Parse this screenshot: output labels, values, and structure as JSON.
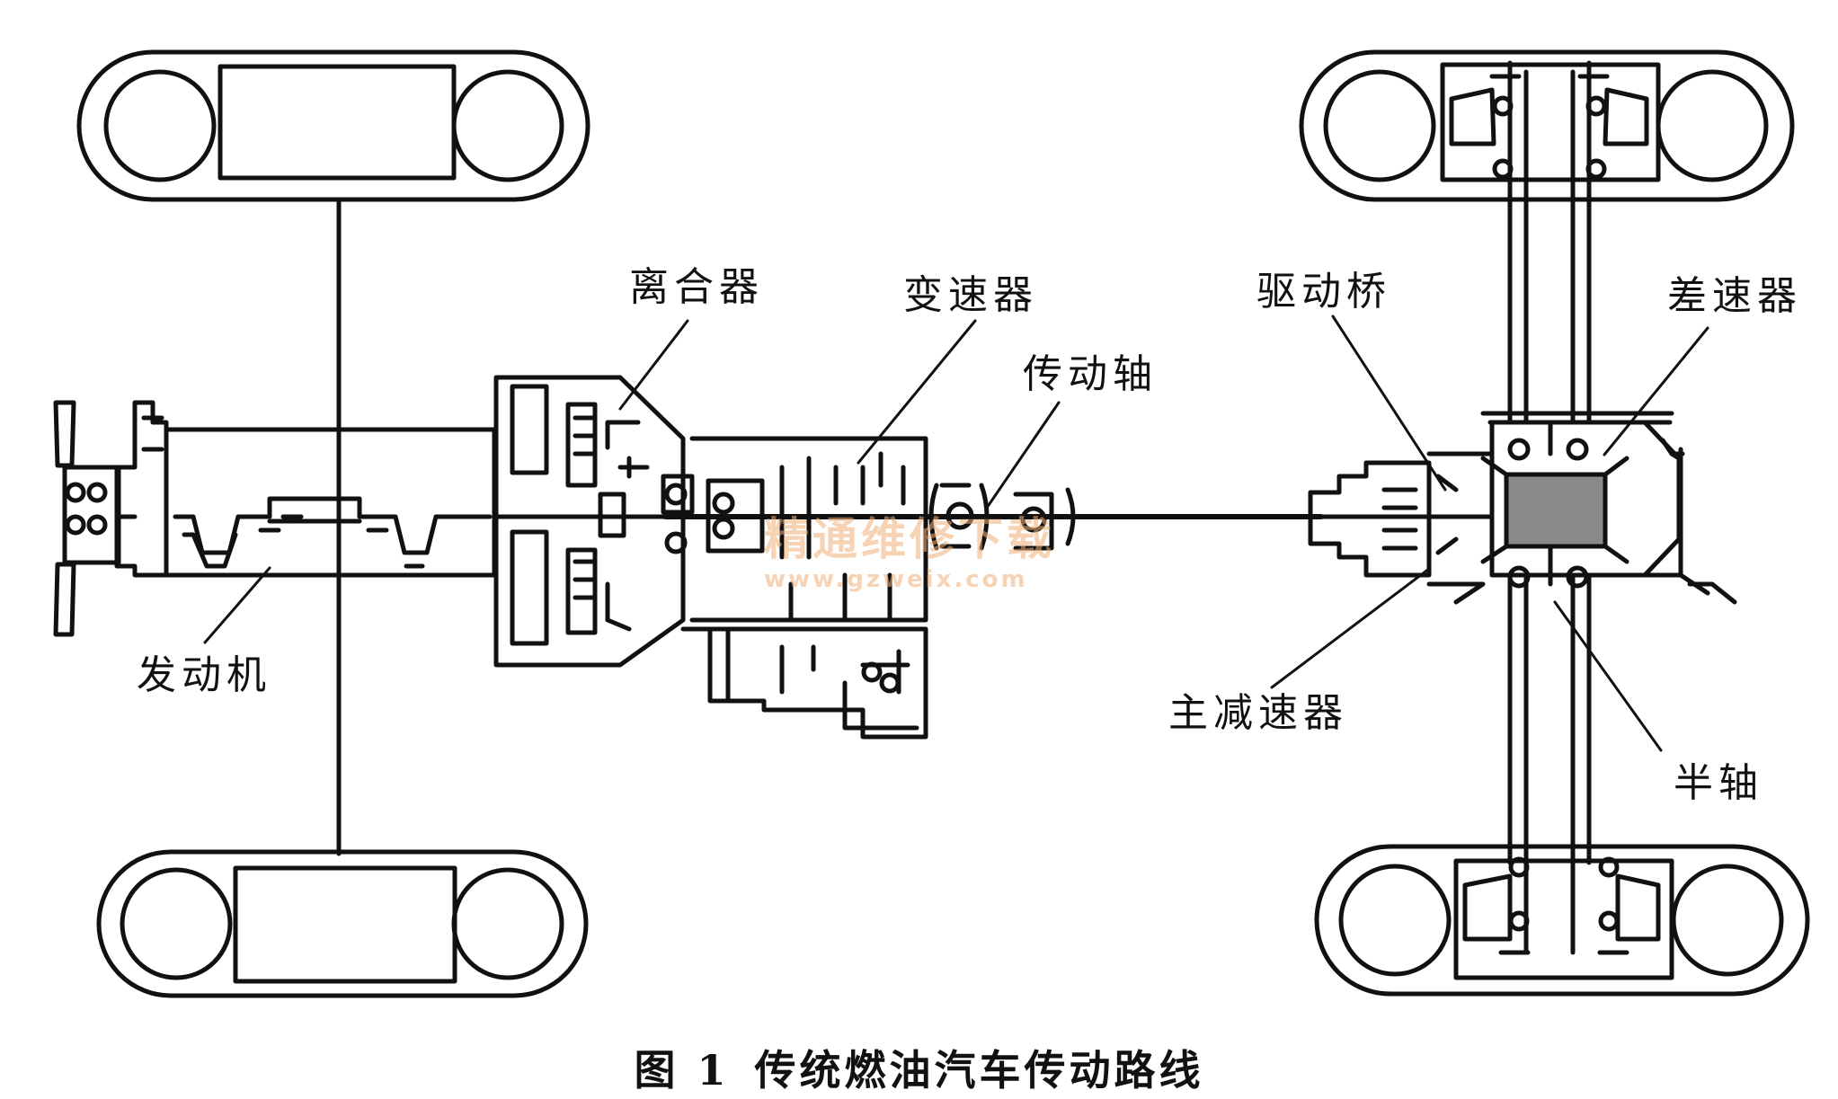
{
  "labels": {
    "clutch": "离合器",
    "gearbox": "变速器",
    "drive_shaft": "传动轴",
    "drive_axle": "驱动桥",
    "differential": "差速器",
    "engine": "发动机",
    "final_drive": "主减速器",
    "half_shaft": "半轴"
  },
  "watermark": {
    "text": "精通维修下载",
    "url": "www.gzweix.com"
  },
  "caption": {
    "number": "图 1",
    "title": "传统燃油汽车传动路线"
  },
  "colors": {
    "line": "#111111",
    "watermark": "#f2b07a"
  }
}
